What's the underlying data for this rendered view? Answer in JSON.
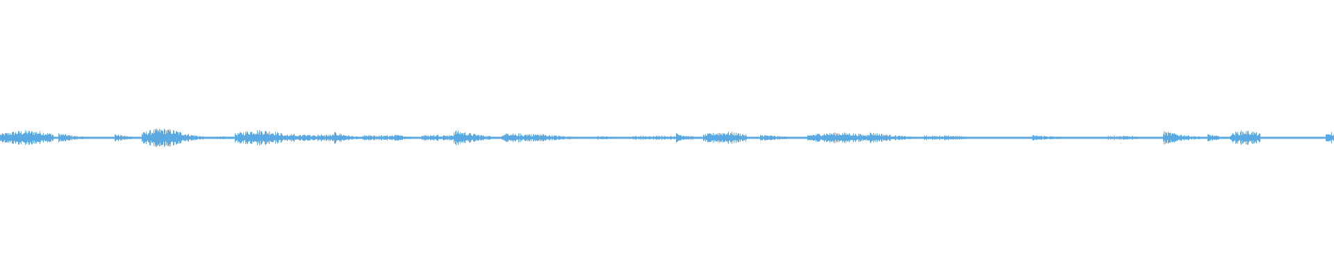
{
  "waveform": {
    "color": "#5aa9e2",
    "background": "#ffffff",
    "segments": [
      {
        "start": 0.0,
        "end": 0.04,
        "amp": 0.055,
        "shape": "burst"
      },
      {
        "start": 0.04,
        "end": 0.044,
        "amp": 0.015,
        "shape": "flat"
      },
      {
        "start": 0.044,
        "end": 0.07,
        "amp": 0.035,
        "shape": "decay"
      },
      {
        "start": 0.07,
        "end": 0.086,
        "amp": 0.012,
        "shape": "flat"
      },
      {
        "start": 0.086,
        "end": 0.106,
        "amp": 0.03,
        "shape": "decay"
      },
      {
        "start": 0.106,
        "end": 0.137,
        "amp": 0.07,
        "shape": "burst"
      },
      {
        "start": 0.137,
        "end": 0.159,
        "amp": 0.04,
        "shape": "decay"
      },
      {
        "start": 0.159,
        "end": 0.176,
        "amp": 0.02,
        "shape": "flat"
      },
      {
        "start": 0.176,
        "end": 0.212,
        "amp": 0.06,
        "shape": "burst"
      },
      {
        "start": 0.212,
        "end": 0.25,
        "amp": 0.03,
        "shape": "noise"
      },
      {
        "start": 0.25,
        "end": 0.272,
        "amp": 0.045,
        "shape": "decay"
      },
      {
        "start": 0.272,
        "end": 0.296,
        "amp": 0.022,
        "shape": "noise"
      },
      {
        "start": 0.296,
        "end": 0.316,
        "amp": 0.025,
        "shape": "decay"
      },
      {
        "start": 0.316,
        "end": 0.34,
        "amp": 0.028,
        "shape": "noise"
      },
      {
        "start": 0.34,
        "end": 0.376,
        "amp": 0.06,
        "shape": "decay"
      },
      {
        "start": 0.376,
        "end": 0.408,
        "amp": 0.035,
        "shape": "noise"
      },
      {
        "start": 0.408,
        "end": 0.448,
        "amp": 0.025,
        "shape": "decay"
      },
      {
        "start": 0.448,
        "end": 0.474,
        "amp": 0.016,
        "shape": "decay"
      },
      {
        "start": 0.474,
        "end": 0.507,
        "amp": 0.018,
        "shape": "noise"
      },
      {
        "start": 0.507,
        "end": 0.527,
        "amp": 0.035,
        "shape": "decay"
      },
      {
        "start": 0.527,
        "end": 0.56,
        "amp": 0.045,
        "shape": "burst"
      },
      {
        "start": 0.56,
        "end": 0.57,
        "amp": 0.012,
        "shape": "flat"
      },
      {
        "start": 0.57,
        "end": 0.605,
        "amp": 0.025,
        "shape": "decay"
      },
      {
        "start": 0.605,
        "end": 0.65,
        "amp": 0.04,
        "shape": "burst"
      },
      {
        "start": 0.65,
        "end": 0.692,
        "amp": 0.045,
        "shape": "decay"
      },
      {
        "start": 0.692,
        "end": 0.712,
        "amp": 0.02,
        "shape": "noise"
      },
      {
        "start": 0.712,
        "end": 0.745,
        "amp": 0.018,
        "shape": "decay"
      },
      {
        "start": 0.745,
        "end": 0.774,
        "amp": 0.012,
        "shape": "flat"
      },
      {
        "start": 0.774,
        "end": 0.816,
        "amp": 0.02,
        "shape": "decay"
      },
      {
        "start": 0.816,
        "end": 0.83,
        "amp": 0.01,
        "shape": "flat"
      },
      {
        "start": 0.83,
        "end": 0.852,
        "amp": 0.018,
        "shape": "noise"
      },
      {
        "start": 0.852,
        "end": 0.872,
        "amp": 0.012,
        "shape": "flat"
      },
      {
        "start": 0.872,
        "end": 0.905,
        "amp": 0.05,
        "shape": "decay"
      },
      {
        "start": 0.905,
        "end": 0.922,
        "amp": 0.03,
        "shape": "decay"
      },
      {
        "start": 0.922,
        "end": 0.945,
        "amp": 0.055,
        "shape": "burst"
      },
      {
        "start": 0.945,
        "end": 0.994,
        "amp": 0.012,
        "shape": "flat"
      },
      {
        "start": 0.994,
        "end": 1.0,
        "amp": 0.045,
        "shape": "burst"
      }
    ]
  }
}
